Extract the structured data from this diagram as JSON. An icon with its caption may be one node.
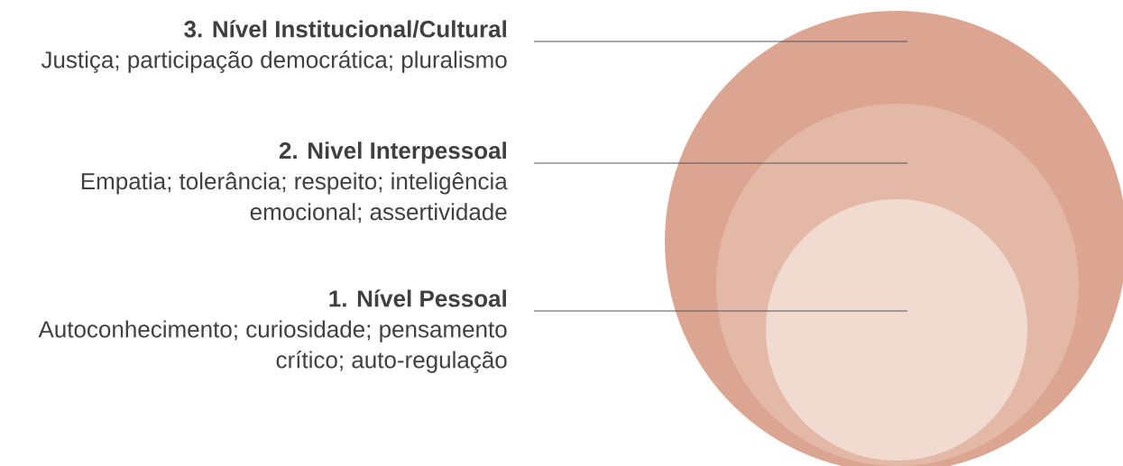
{
  "diagram": {
    "nodes": [
      {
        "text": [
          "3. Nível Institucional/Cultural",
          "Justiça; participação democrática; pluralismo"
        ]
      },
      {
        "text": [
          "2. Nivel  Interpessoal",
          "Empatia; tolerância; respeito; inteligência emocional; assertividade"
        ]
      },
      {
        "text": [
          "1. Nível Pessoal",
          "Autoconhecimento; curiosidade; pensamento crítico; auto-regulação"
        ]
      },
      {
        "text": [],
        "shape": "circle"
      },
      {
        "text": [],
        "shape": "circle",
        "in": 3
      },
      {
        "text": [],
        "shape": "circle",
        "in": 4
      }
    ],
    "edges": [
      {
        "from": 0,
        "to": 3,
        "arrow": "none"
      },
      {
        "from": 1,
        "to": 4,
        "arrow": "none"
      },
      {
        "from": 2,
        "to": 5,
        "arrow": "none"
      }
    ]
  }
}
